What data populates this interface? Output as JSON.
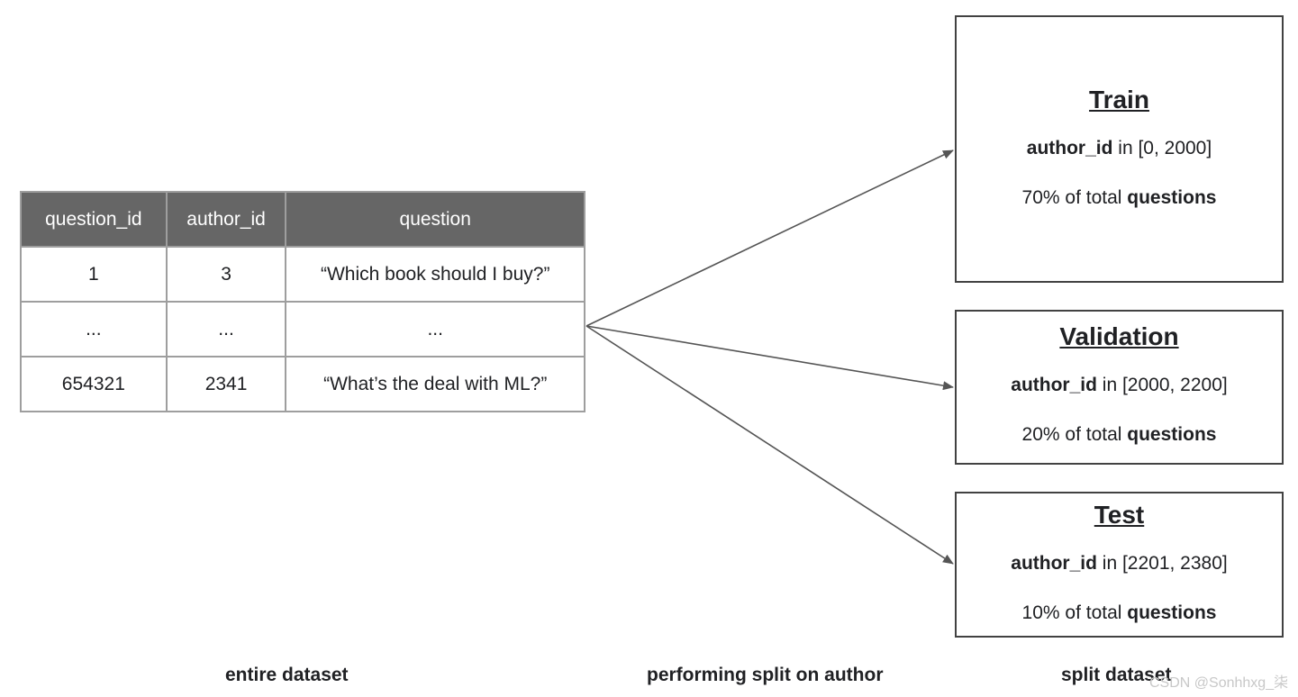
{
  "table": {
    "headers": [
      "question_id",
      "author_id",
      "question"
    ],
    "rows": [
      [
        "1",
        "3",
        "“Which book should I buy?”"
      ],
      [
        "...",
        "...",
        "..."
      ],
      [
        "654321",
        "2341",
        "“What’s the deal with ML?”"
      ]
    ]
  },
  "splits": {
    "train": {
      "title": "Train",
      "field": "author_id",
      "range_text": " in [0, 2000]",
      "pct_text": "70% of total ",
      "pct_bold": "questions"
    },
    "validation": {
      "title": "Validation",
      "field": "author_id",
      "range_text": " in [2000, 2200]",
      "pct_text": "20% of total ",
      "pct_bold": "questions"
    },
    "test": {
      "title": "Test",
      "field": "author_id",
      "range_text": " in [2201, 2380]",
      "pct_text": "10% of total ",
      "pct_bold": "questions"
    }
  },
  "captions": {
    "entire": "entire dataset",
    "performing": "performing split on author",
    "split": "split dataset"
  },
  "watermark": "CSDN @Sonhhxg_柒",
  "colors": {
    "header_bg": "#666666",
    "arrow": "#555555",
    "box_border": "#424242"
  }
}
